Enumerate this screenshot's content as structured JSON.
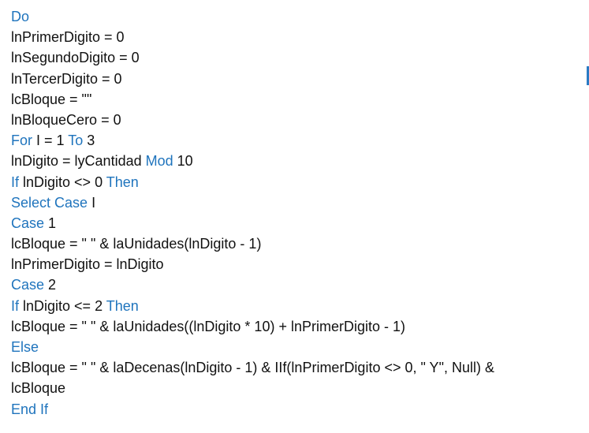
{
  "colors": {
    "keyword": "#1f74bd",
    "text": "#111111",
    "background": "#ffffff"
  },
  "code_lines": [
    [
      {
        "t": "Do",
        "kw": true
      }
    ],
    [
      {
        "t": "lnPrimerDigito = 0",
        "kw": false
      }
    ],
    [
      {
        "t": "lnSegundoDigito = 0",
        "kw": false
      }
    ],
    [
      {
        "t": "lnTercerDigito = 0",
        "kw": false
      }
    ],
    [
      {
        "t": "lcBloque = \"\"",
        "kw": false
      }
    ],
    [
      {
        "t": "lnBloqueCero = 0",
        "kw": false
      }
    ],
    [
      {
        "t": "For",
        "kw": true
      },
      {
        "t": " I = 1 ",
        "kw": false
      },
      {
        "t": "To",
        "kw": true
      },
      {
        "t": " 3",
        "kw": false
      }
    ],
    [
      {
        "t": "lnDigito = lyCantidad ",
        "kw": false
      },
      {
        "t": "Mod",
        "kw": true
      },
      {
        "t": " 10",
        "kw": false
      }
    ],
    [
      {
        "t": "If",
        "kw": true
      },
      {
        "t": " lnDigito <> 0 ",
        "kw": false
      },
      {
        "t": "Then",
        "kw": true
      }
    ],
    [
      {
        "t": "Select Case",
        "kw": true
      },
      {
        "t": " I",
        "kw": false
      }
    ],
    [
      {
        "t": "Case",
        "kw": true
      },
      {
        "t": " 1",
        "kw": false
      }
    ],
    [
      {
        "t": "lcBloque = \" \" & laUnidades(lnDigito - 1)",
        "kw": false
      }
    ],
    [
      {
        "t": "lnPrimerDigito = lnDigito",
        "kw": false
      }
    ],
    [
      {
        "t": "Case",
        "kw": true
      },
      {
        "t": " 2",
        "kw": false
      }
    ],
    [
      {
        "t": "If",
        "kw": true
      },
      {
        "t": " lnDigito <= 2 ",
        "kw": false
      },
      {
        "t": "Then",
        "kw": true
      }
    ],
    [
      {
        "t": "lcBloque = \" \" & laUnidades((lnDigito * 10) + lnPrimerDigito - 1)",
        "kw": false
      }
    ],
    [
      {
        "t": "Else",
        "kw": true
      }
    ],
    [
      {
        "t": "lcBloque = \" \" & laDecenas(lnDigito - 1) & IIf(lnPrimerDigito <> 0, \" Y\", Null) &",
        "kw": false
      }
    ],
    [
      {
        "t": "lcBloque",
        "kw": false
      }
    ],
    [
      {
        "t": "End If",
        "kw": true
      }
    ]
  ]
}
